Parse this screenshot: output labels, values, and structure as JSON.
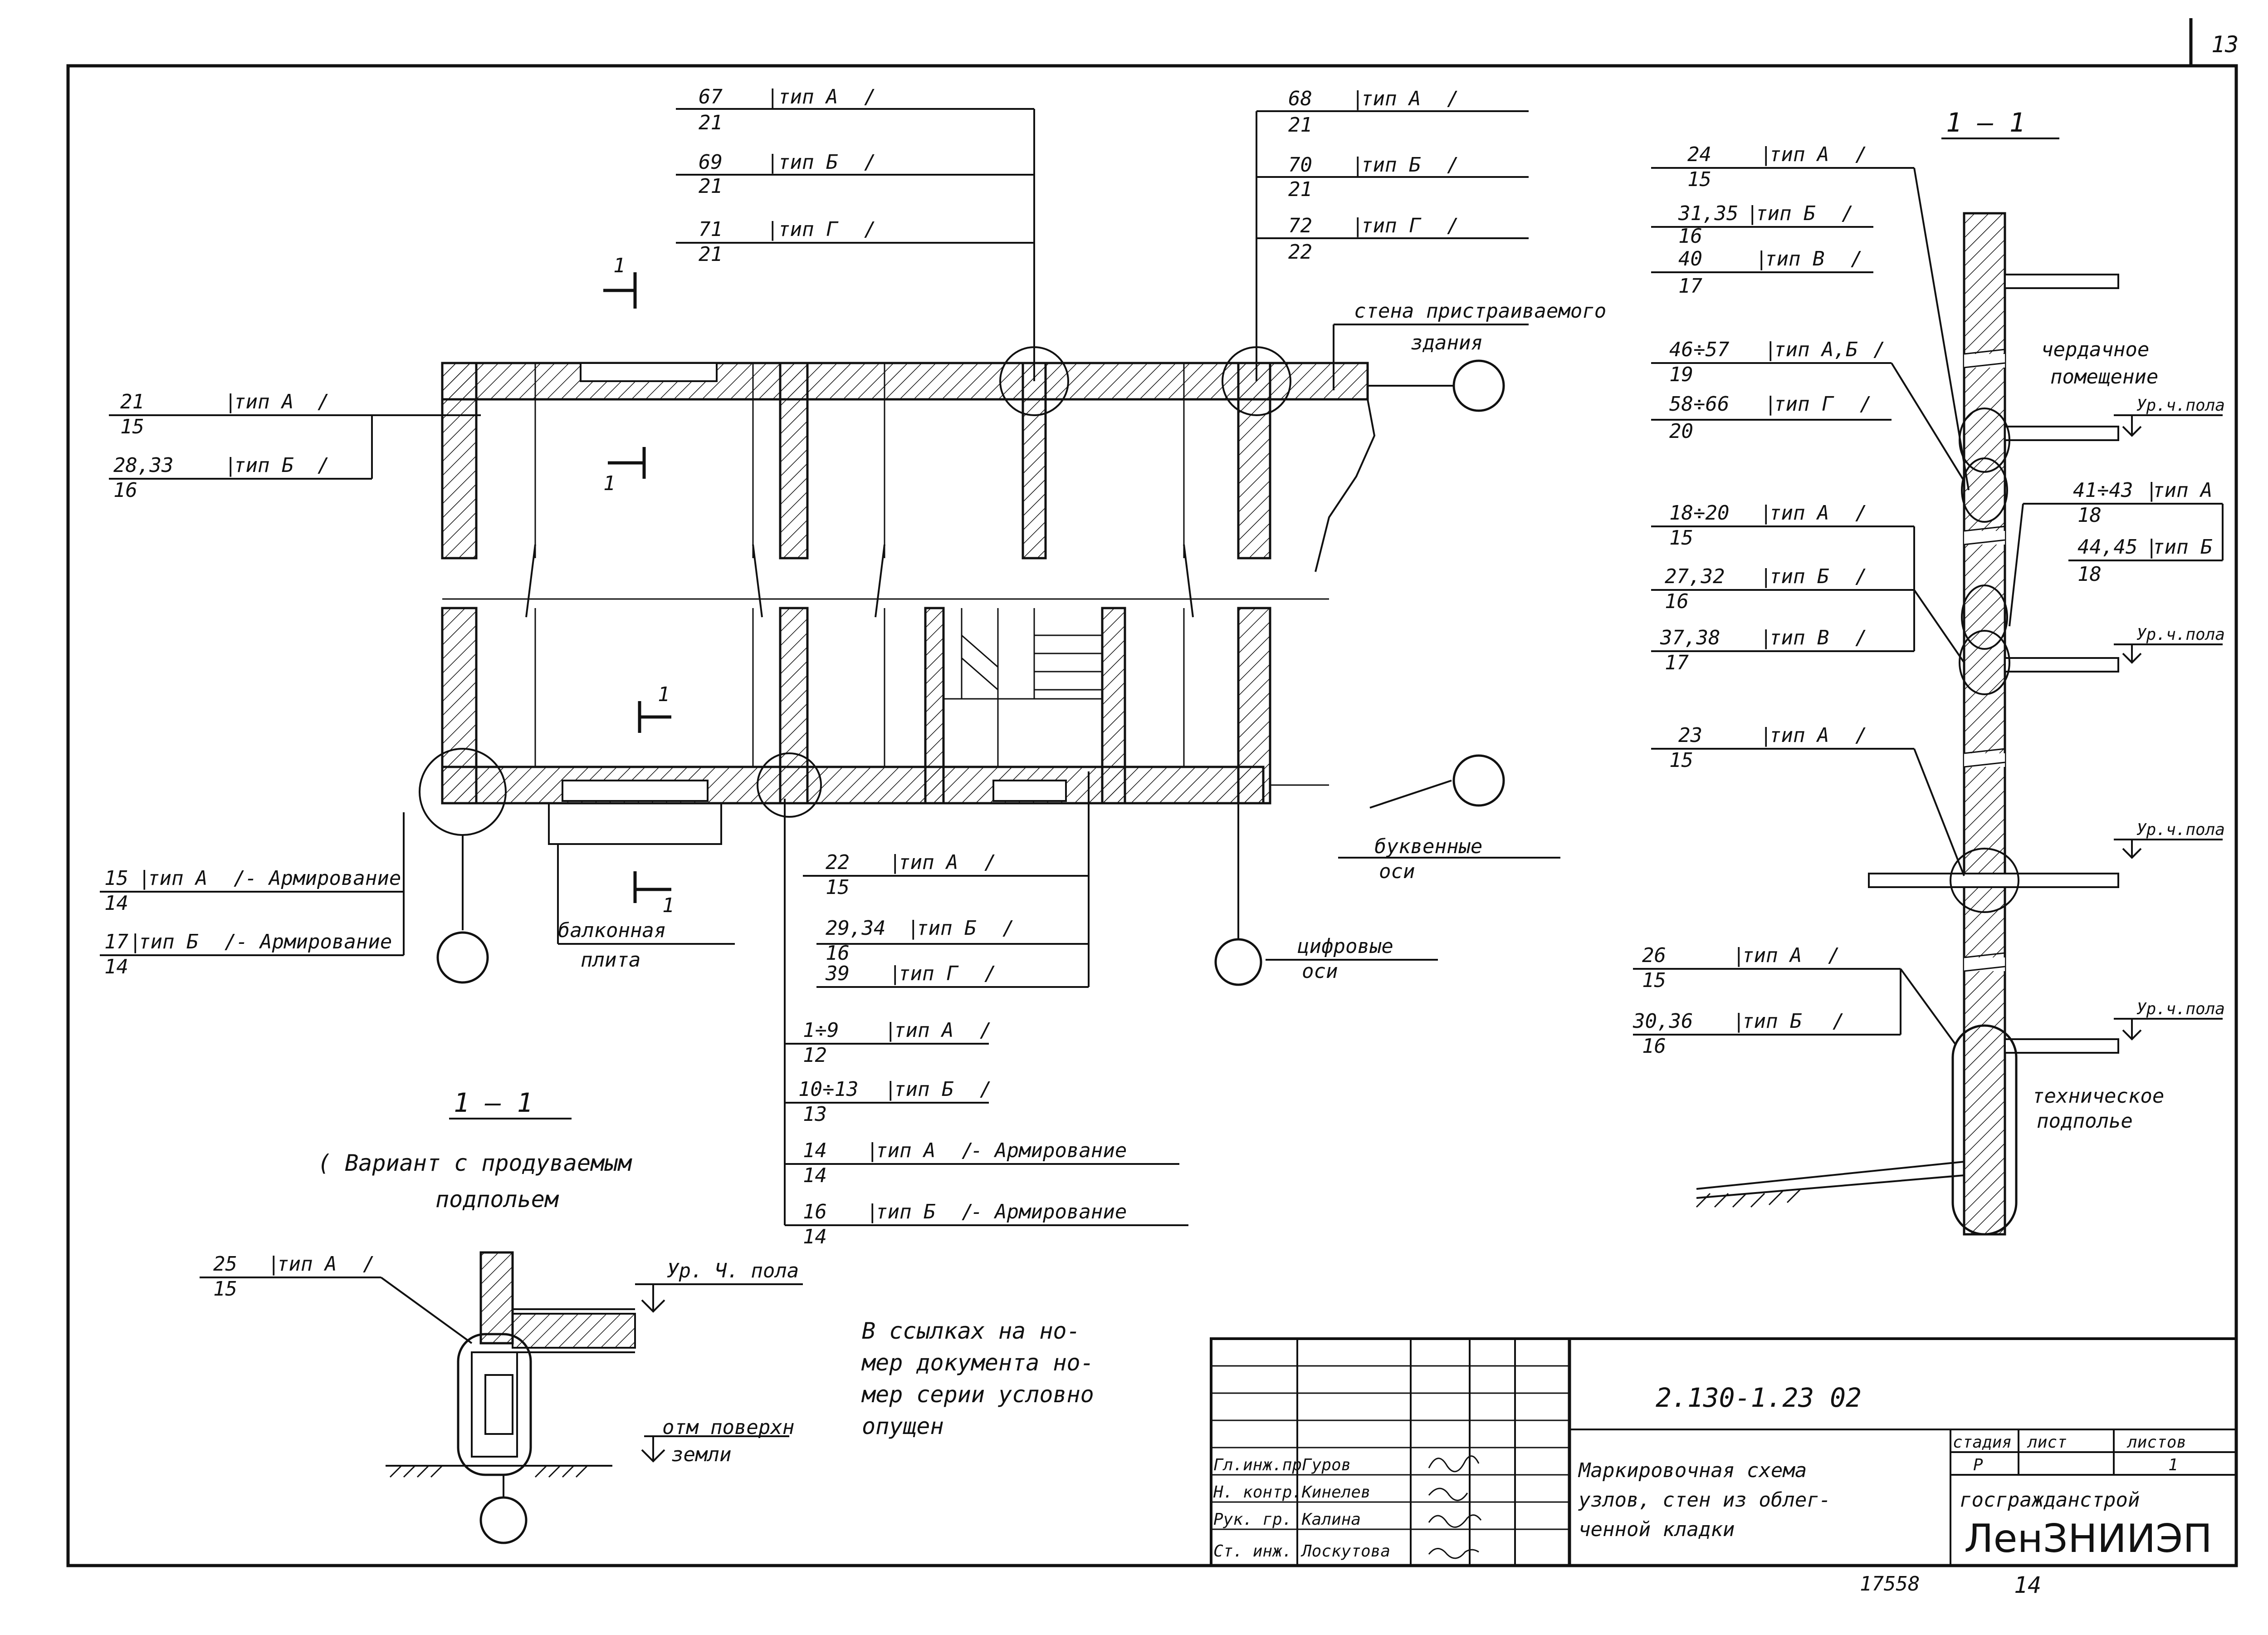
{
  "page_number": "13",
  "section_label": "1 — 1",
  "callouts": {
    "top_left": [
      {
        "num": "67",
        "den": "21",
        "type": "тип А"
      },
      {
        "num": "69",
        "den": "21",
        "type": "тип Б"
      },
      {
        "num": "71",
        "den": "21",
        "type": "тип Г"
      }
    ],
    "top_right": [
      {
        "num": "68",
        "den": "21",
        "type": "тип А"
      },
      {
        "num": "70",
        "den": "21",
        "type": "тип Б"
      },
      {
        "num": "72",
        "den": "22",
        "type": "тип Г"
      }
    ],
    "left": [
      {
        "num": "21",
        "den": "15",
        "type": "тип А"
      },
      {
        "num": "28,33",
        "den": "16",
        "type": "тип Б"
      }
    ],
    "bottom_left": [
      {
        "num": "15",
        "den": "14",
        "type": "тип А",
        "suffix": "- Армирование"
      },
      {
        "num": "17",
        "den": "14",
        "type": "тип Б",
        "suffix": "- Армирование"
      }
    ],
    "bottom_mid": [
      {
        "num": "22",
        "den": "15",
        "type": "тип А"
      },
      {
        "num": "29,34",
        "den": "16",
        "type": "тип Б"
      },
      {
        "num": "39",
        "den": "",
        "type": "тип Г"
      }
    ],
    "bottom_mid2": [
      {
        "num": "1÷9",
        "den": "12",
        "type": "тип А"
      },
      {
        "num": "10÷13",
        "den": "13",
        "type": "тип Б"
      },
      {
        "num": "14",
        "den": "14",
        "type": "тип А",
        "suffix": "- Армирование"
      },
      {
        "num": "16",
        "den": "14",
        "type": "тип Б",
        "suffix": "- Армирование"
      }
    ],
    "right_top": [
      {
        "num": "24",
        "den": "15",
        "type": "тип А"
      },
      {
        "num": "31,35",
        "den": "16",
        "type": "тип Б"
      },
      {
        "num": "40",
        "den": "17",
        "type": "тип В"
      }
    ],
    "right_attic": [
      {
        "num": "46÷57",
        "den": "19",
        "type": "тип А,Б"
      },
      {
        "num": "58÷66",
        "den": "20",
        "type": "тип Г"
      }
    ],
    "right_mid": [
      {
        "num": "18÷20",
        "den": "15",
        "type": "тип А"
      },
      {
        "num": "27,32",
        "den": "16",
        "type": "тип Б"
      },
      {
        "num": "37,38",
        "den": "17",
        "type": "тип В"
      }
    ],
    "right_side": [
      {
        "num": "41÷43",
        "den": "18",
        "type": "тип А"
      },
      {
        "num": "44,45",
        "den": "18",
        "type": "тип Б"
      }
    ],
    "right_23": {
      "num": "23",
      "den": "15",
      "type": "тип А"
    },
    "right_bottom": [
      {
        "num": "26",
        "den": "15",
        "type": "тип А"
      },
      {
        "num": "30,36",
        "den": "16",
        "type": "тип Б"
      }
    ],
    "variant": {
      "num": "25",
      "den": "15",
      "type": "тип А"
    }
  },
  "labels": {
    "adjacent_wall": "стена пристраиваемого",
    "adjacent_wall2": "здания",
    "letter_axes": "буквенные",
    "letter_axes2": "оси",
    "digit_axes": "цифровые",
    "digit_axes2": "оси",
    "balcony": "балконная",
    "balcony2": "плита",
    "attic": "чердачное",
    "attic2": "помещение",
    "floor1": "Ур.ч.пола",
    "floor2": "Ур.ч.пола",
    "floor3": "Ур.ч.пола",
    "floor4": "Ур.ч.пола",
    "basement": "техническое",
    "basement2": "подполье",
    "variant_line1": "( Вариант с продуваемым",
    "variant_line2": "подпольем",
    "floor_level": "Ур. Ч. пола",
    "ground_level": "отм поверхн",
    "ground_level2": "земли",
    "section_marker": "1",
    "note1": "В ссылках на но-",
    "note2": "мер документа но-",
    "note3": "мер серии условно",
    "note4": "опущен"
  },
  "title_block": {
    "doc_code": "2.130-1.23 02",
    "title1": "Маркировочная схема",
    "title2": "узлов, стен из облег-",
    "title3": "ченной кладки",
    "stage_header": "стадия",
    "sheet_header": "лист",
    "sheets_header": "листов",
    "stage": "Р",
    "sheet": "",
    "sheets": "1",
    "org": "госгражданстрой",
    "org_logo": "ЛенЗНИИЭП",
    "signers": [
      {
        "role": "Гл.инж.пр",
        "name": "Гуров"
      },
      {
        "role": "Н. контр.",
        "name": "Кинелев"
      },
      {
        "role": "Рук. гр.",
        "name": "Калина"
      },
      {
        "role": "Ст. инж.",
        "name": "Лоскутова"
      }
    ]
  },
  "footer": {
    "inventory": "17558",
    "page": "14"
  }
}
